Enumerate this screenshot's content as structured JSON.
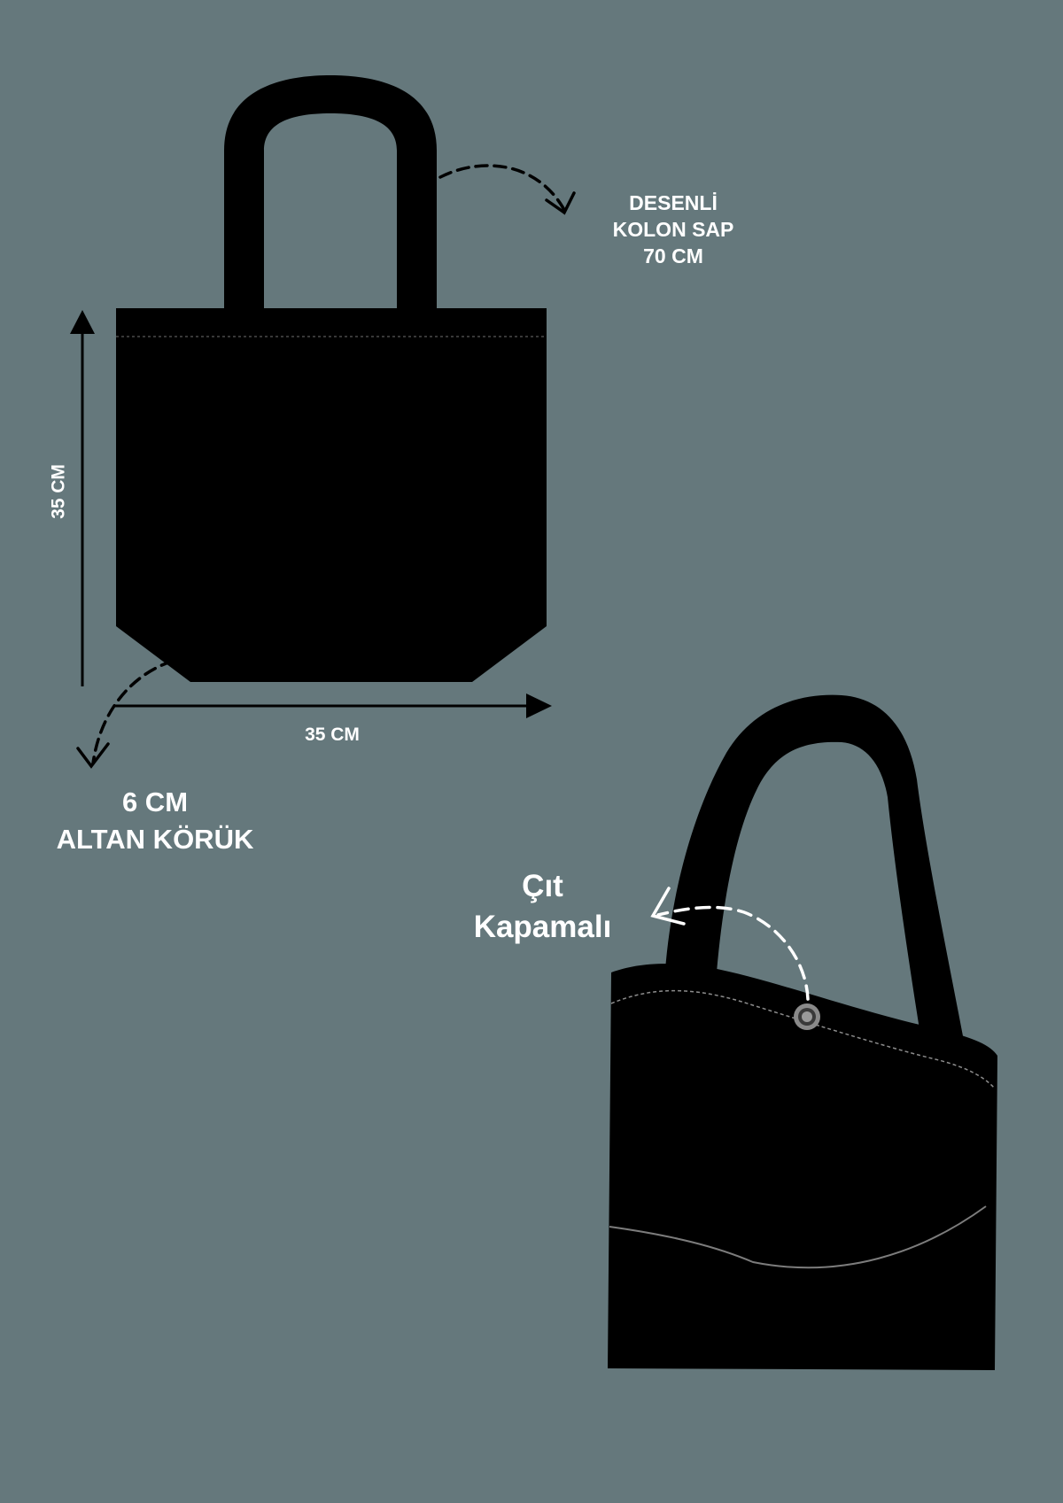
{
  "colors": {
    "background": "#65787c",
    "bag": "#000000",
    "text": "#ffffff",
    "stitch": "#8c8c8c",
    "snap": "#8a8a8a"
  },
  "labels": {
    "handle": [
      "DESENLİ",
      "KOLON SAP",
      "70 CM"
    ],
    "height": "35 CM",
    "width": "35 CM",
    "gusset": [
      "6 CM",
      "ALTAN KÖRÜK"
    ],
    "closure": [
      "Çıt",
      "Kapamalı"
    ]
  },
  "icons": {
    "arrow": "dashed-curved-arrow",
    "closure": "snap-button-icon"
  }
}
